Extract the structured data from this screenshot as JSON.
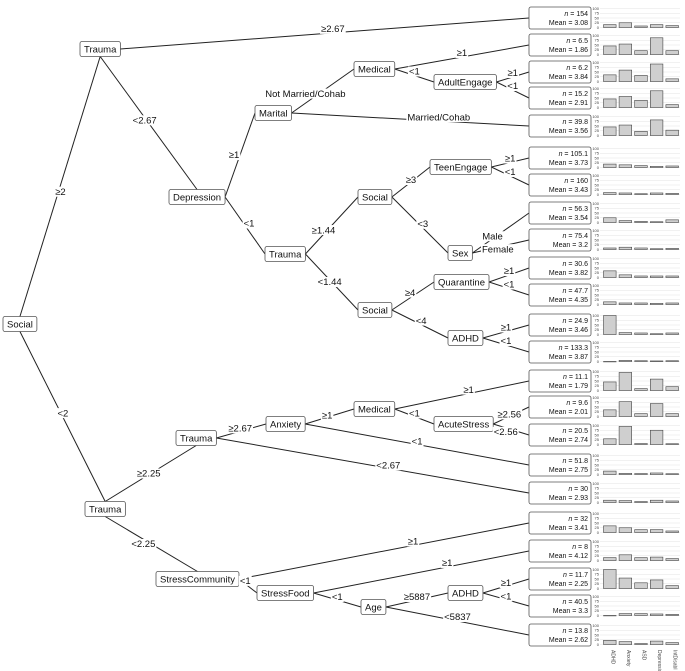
{
  "inner_nodes": [
    {
      "id": "root",
      "label": "Social"
    },
    {
      "id": "t1",
      "label": "Trauma"
    },
    {
      "id": "dep",
      "label": "Depression"
    },
    {
      "id": "mar",
      "label": "Marital"
    },
    {
      "id": "med1",
      "label": "Medical"
    },
    {
      "id": "adult",
      "label": "AdultEngage"
    },
    {
      "id": "trauma2",
      "label": "Trauma"
    },
    {
      "id": "soc2",
      "label": "Social"
    },
    {
      "id": "teen",
      "label": "TeenEngage"
    },
    {
      "id": "sex",
      "label": "Sex"
    },
    {
      "id": "soc3",
      "label": "Social"
    },
    {
      "id": "quar",
      "label": "Quarantine"
    },
    {
      "id": "adhd1",
      "label": "ADHD"
    },
    {
      "id": "trauma3",
      "label": "Trauma"
    },
    {
      "id": "trauma4",
      "label": "Trauma"
    },
    {
      "id": "anx",
      "label": "Anxiety"
    },
    {
      "id": "med2",
      "label": "Medical"
    },
    {
      "id": "acute",
      "label": "AcuteStress"
    },
    {
      "id": "stc",
      "label": "StressCommunity"
    },
    {
      "id": "stf",
      "label": "StressFood"
    },
    {
      "id": "age",
      "label": "Age"
    },
    {
      "id": "adhd2",
      "label": "ADHD"
    }
  ],
  "edge_labels": [
    {
      "id": "e-root-t1",
      "text": "≥2"
    },
    {
      "id": "e-root-t3",
      "text": "<2"
    },
    {
      "id": "e-t1-l1",
      "text": "≥2.67"
    },
    {
      "id": "e-t1-dep",
      "text": "<2.67"
    },
    {
      "id": "e-dep-mar",
      "text": "≥1"
    },
    {
      "id": "e-dep-tr2",
      "text": "<1"
    },
    {
      "id": "e-mar-med1",
      "text": "Not Married/Cohab"
    },
    {
      "id": "e-mar-l5",
      "text": "Married/Cohab"
    },
    {
      "id": "e-med1-l2",
      "text": "≥1"
    },
    {
      "id": "e-med1-adult",
      "text": "<1"
    },
    {
      "id": "e-adult-l3",
      "text": "≥1"
    },
    {
      "id": "e-adult-l4",
      "text": "<1"
    },
    {
      "id": "e-tr2-soc2",
      "text": "≥1.44"
    },
    {
      "id": "e-tr2-soc3",
      "text": "<1.44"
    },
    {
      "id": "e-soc2-teen",
      "text": "≥3"
    },
    {
      "id": "e-soc2-sex",
      "text": "<3"
    },
    {
      "id": "e-teen-l6",
      "text": "≥1"
    },
    {
      "id": "e-teen-l7",
      "text": "<1"
    },
    {
      "id": "e-sex-l8",
      "text": "Male"
    },
    {
      "id": "e-sex-l9",
      "text": "Female"
    },
    {
      "id": "e-soc3-quar",
      "text": "≥4"
    },
    {
      "id": "e-soc3-adhd",
      "text": "<4"
    },
    {
      "id": "e-quar-l10",
      "text": "≥1"
    },
    {
      "id": "e-quar-l11",
      "text": "<1"
    },
    {
      "id": "e-adhd-l12",
      "text": "≥1"
    },
    {
      "id": "e-adhd-l13",
      "text": "<1"
    },
    {
      "id": "e-t3-t4",
      "text": "≥2.25"
    },
    {
      "id": "e-t3-stc",
      "text": "<2.25"
    },
    {
      "id": "e-t4-anx",
      "text": "≥2.67"
    },
    {
      "id": "e-t4-l19",
      "text": "<2.67"
    },
    {
      "id": "e-anx-med2",
      "text": "≥1"
    },
    {
      "id": "e-anx-l18",
      "text": "<1"
    },
    {
      "id": "e-med2-l14",
      "text": "≥1"
    },
    {
      "id": "e-med2-acute",
      "text": "<1"
    },
    {
      "id": "e-acute-l15",
      "text": "≥2.56"
    },
    {
      "id": "e-acute-l16",
      "text": "<2.56"
    },
    {
      "id": "e-stc-l20",
      "text": "≥1"
    },
    {
      "id": "e-stc-stf",
      "text": "<1"
    },
    {
      "id": "e-stf-l21",
      "text": "≥1"
    },
    {
      "id": "e-stf-age",
      "text": "<1"
    },
    {
      "id": "e-age-adhd2",
      "text": "≥5887"
    },
    {
      "id": "e-age-l24",
      "text": "<5837"
    },
    {
      "id": "e-adhd2-l22",
      "text": "≥1"
    },
    {
      "id": "e-adhd2-l23",
      "text": "<1"
    }
  ],
  "leaves": [
    {
      "n": "154",
      "mean": "3.08",
      "bars": [
        15,
        25,
        8,
        15,
        10
      ]
    },
    {
      "n": "6.5",
      "mean": "1.86",
      "bars": [
        45,
        55,
        20,
        88,
        20
      ]
    },
    {
      "n": "6.2",
      "mean": "3.84",
      "bars": [
        35,
        60,
        32,
        92,
        14
      ]
    },
    {
      "n": "15.2",
      "mean": "2.91",
      "bars": [
        45,
        58,
        38,
        88,
        15
      ]
    },
    {
      "n": "39.8",
      "mean": "3.56",
      "bars": [
        45,
        55,
        22,
        82,
        28
      ]
    },
    {
      "n": "105.1",
      "mean": "3.73",
      "bars": [
        18,
        14,
        10,
        6,
        8
      ]
    },
    {
      "n": "160",
      "mean": "3.43",
      "bars": [
        10,
        8,
        4,
        8,
        6
      ]
    },
    {
      "n": "56.3",
      "mean": "3.54",
      "bars": [
        25,
        10,
        6,
        4,
        14
      ]
    },
    {
      "n": "75.4",
      "mean": "3.2",
      "bars": [
        8,
        12,
        8,
        4,
        6
      ]
    },
    {
      "n": "30.6",
      "mean": "3.82",
      "bars": [
        35,
        14,
        8,
        8,
        8
      ]
    },
    {
      "n": "47.7",
      "mean": "4.35",
      "bars": [
        14,
        8,
        8,
        6,
        8
      ]
    },
    {
      "n": "24.9",
      "mean": "3.46",
      "bars": [
        100,
        10,
        8,
        4,
        8
      ]
    },
    {
      "n": "133.3",
      "mean": "3.87",
      "bars": [
        0,
        6,
        4,
        3,
        4
      ]
    },
    {
      "n": "11.1",
      "mean": "1.79",
      "bars": [
        45,
        95,
        10,
        60,
        20
      ]
    },
    {
      "n": "9.6",
      "mean": "2.01",
      "bars": [
        35,
        78,
        15,
        68,
        15
      ]
    },
    {
      "n": "20.5",
      "mean": "2.74",
      "bars": [
        30,
        95,
        5,
        75,
        4
      ]
    },
    {
      "n": "51.8",
      "mean": "2.75",
      "bars": [
        18,
        6,
        5,
        8,
        4
      ]
    },
    {
      "n": "30",
      "mean": "2.93",
      "bars": [
        12,
        10,
        5,
        12,
        8
      ]
    },
    {
      "n": "32",
      "mean": "3.41",
      "bars": [
        35,
        25,
        15,
        15,
        8
      ]
    },
    {
      "n": "8",
      "mean": "4.12",
      "bars": [
        15,
        30,
        15,
        18,
        10
      ]
    },
    {
      "n": "11.7",
      "mean": "2.25",
      "bars": [
        100,
        55,
        30,
        45,
        15
      ]
    },
    {
      "n": "40.5",
      "mean": "3.3",
      "bars": [
        0,
        10,
        10,
        8,
        6
      ]
    },
    {
      "n": "13.8",
      "mean": "2.62",
      "bars": [
        22,
        15,
        5,
        18,
        10
      ]
    }
  ],
  "ticks": [
    "100",
    "75",
    "50",
    "25",
    "0"
  ],
  "categories": [
    "ADHD",
    "Anxiety",
    "ASD",
    "Depression",
    "IntDisabl"
  ],
  "n_prefix": "n",
  "mean_prefix": "Mean ="
}
